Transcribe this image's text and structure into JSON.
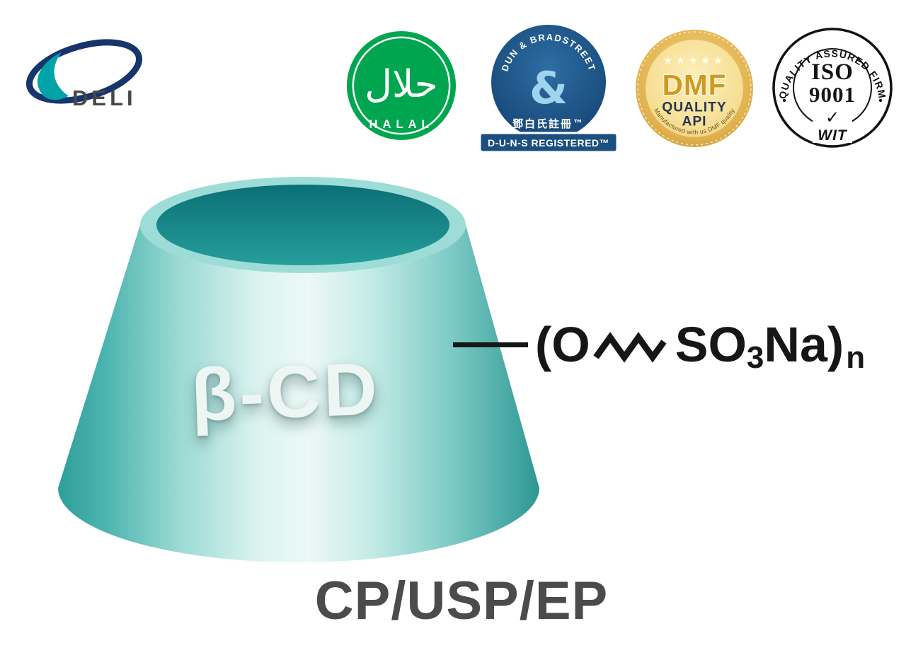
{
  "colors": {
    "teal_body": "#2f9e9a",
    "teal_opening": "#0b6f77",
    "halal_green": "#00a64f",
    "dnb_blue": "#1b4f80",
    "dmf_gold": "#e0b14f",
    "text_dark": "#4b4b4b",
    "formula_black": "#161616"
  },
  "logo": {
    "text": "DELI"
  },
  "badges": {
    "halal": {
      "arabic": "حلال",
      "label": "HALAL"
    },
    "dnb": {
      "arc_text": "DUN & BRADSTREET",
      "mark": "&",
      "chinese": "鄧白氏註冊™",
      "banner": "D-U-N-S REGISTERED™"
    },
    "dmf": {
      "stars": "★★★★★",
      "title": "DMF",
      "quality": "QUALITY",
      "api": "API",
      "arc_text": "Manufactured with us DMF quality"
    },
    "iso": {
      "arc_text": "QUALITY ASSURED FIRM",
      "iso": "ISO",
      "number": "9001",
      "check": "✓",
      "brand": "WIT"
    }
  },
  "diagram": {
    "cone_label": "β-CD",
    "formula": {
      "open": "(O",
      "so": "SO",
      "sub3": "3",
      "na_close": "Na)",
      "sub_n": "n"
    },
    "standards": "CP/USP/EP"
  }
}
